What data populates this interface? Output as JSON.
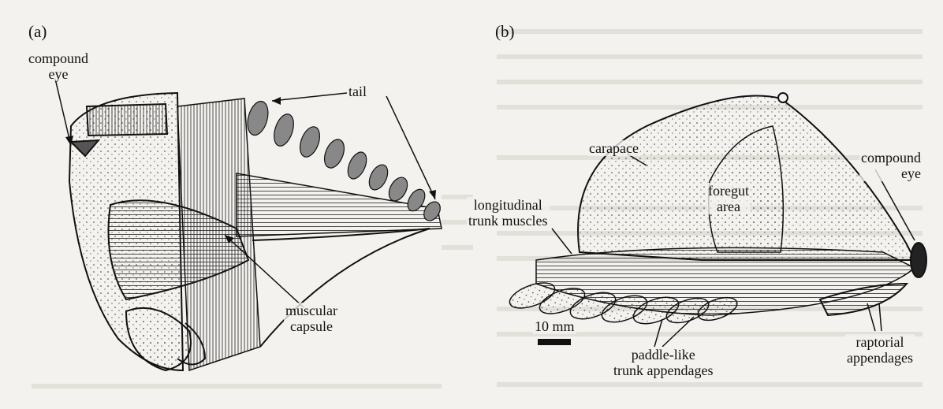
{
  "panel_a": {
    "label": "(a)",
    "compound_eye": [
      "compound",
      "eye"
    ],
    "tail": "tail",
    "muscular_capsule": [
      "muscular",
      "capsule"
    ]
  },
  "panel_b": {
    "label": "(b)",
    "carapace": "carapace",
    "foregut_area": [
      "foregut",
      "area"
    ],
    "compound_eye": [
      "compound",
      "eye"
    ],
    "longitudinal_trunk_muscles": [
      "longitudinal",
      "trunk muscles"
    ],
    "scale_bar": "10 mm",
    "paddle_like_trunk_appendages": [
      "paddle-like",
      "trunk appendages"
    ],
    "raptorial_appendages": [
      "raptorial",
      "appendages"
    ]
  },
  "colors": {
    "ink": "#111111",
    "paper": "#f4f2ee",
    "stipple": "#3a3a3a",
    "faint_text": "#b9b5ae"
  }
}
